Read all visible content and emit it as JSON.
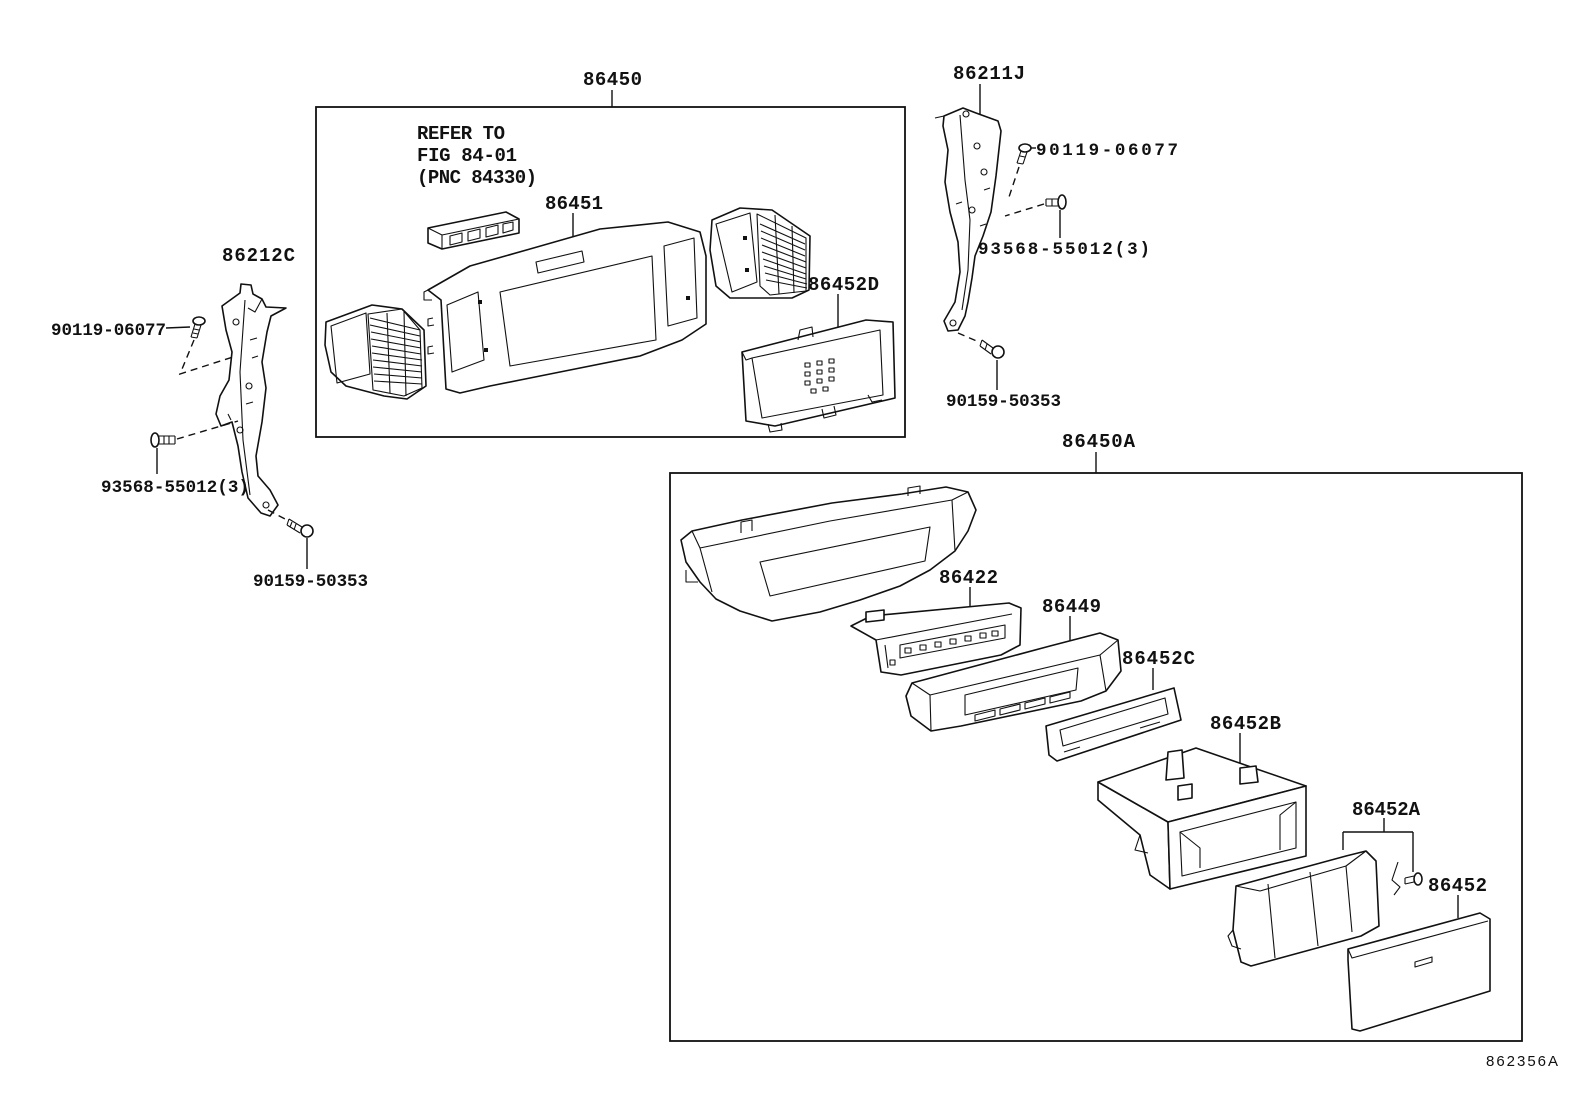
{
  "figure_code": "862356A",
  "upper_assembly": {
    "part_no": "86450",
    "reference_note": [
      "REFER TO",
      "FIG 84-01",
      "(PNC 84330)"
    ],
    "bezel": "86451",
    "panel": "86452D"
  },
  "left_bracket": {
    "part_no": "86212C",
    "screw_upper": "90119-06077",
    "screw_middle": "93568-55012(3)",
    "screw_lower": "90159-50353"
  },
  "right_bracket": {
    "part_no": "86211J",
    "screw_upper": "90119-06077",
    "screw_middle": "93568-55012(3)",
    "screw_lower": "90159-50353"
  },
  "lower_assembly": {
    "part_no": "86450A",
    "circuit_board": "86422",
    "control_panel": "86449",
    "plate_c": "86452C",
    "box_b": "86452B",
    "garnish_a": "86452A",
    "cover": "86452"
  }
}
